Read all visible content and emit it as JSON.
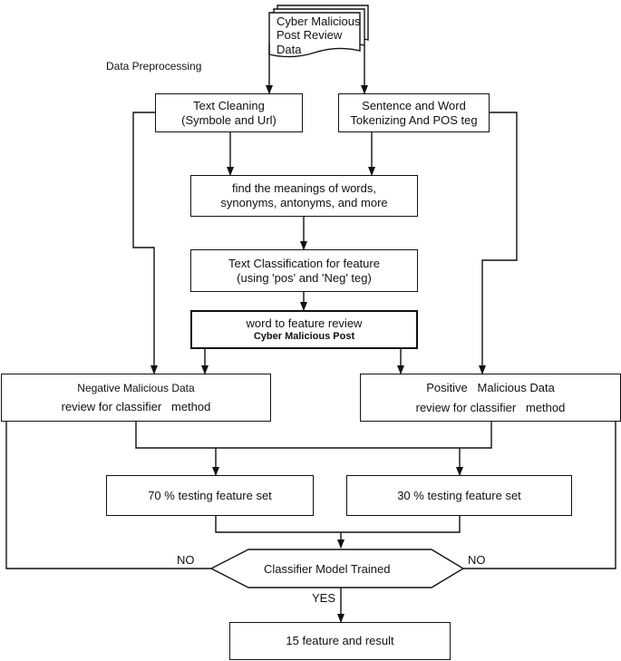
{
  "source": {
    "lines": [
      "Cyber Malicious",
      "Post Review",
      "Data"
    ]
  },
  "section_label": "Data Preprocessing",
  "text_cleaning": {
    "lines": [
      "Text Cleaning",
      "(Symbole and Url)"
    ]
  },
  "tokenizing": {
    "lines": [
      "Sentence and Word",
      "Tokenizing And POS teg"
    ]
  },
  "meanings": {
    "lines": [
      "find the meanings of words,",
      "synonyms, antonyms, and more"
    ]
  },
  "classification": {
    "lines": [
      "Text Classification for feature",
      "(using 'pos' and 'Neg' teg)"
    ]
  },
  "word_feature": {
    "line1": "word to feature review",
    "line2": "Cyber Malicious Post"
  },
  "negative": {
    "line1": "Negative Malicious Data",
    "line2": "review for classifier   method"
  },
  "positive": {
    "line1": "Positive   Malicious Data",
    "line2": "review for classifier   method"
  },
  "training_set": "70 % testing feature set",
  "testing_set": "30 % testing feature set",
  "decision": "Classifier Model Trained",
  "no_left": "NO",
  "no_right": "NO",
  "yes": "YES",
  "result": "15 feature and result"
}
